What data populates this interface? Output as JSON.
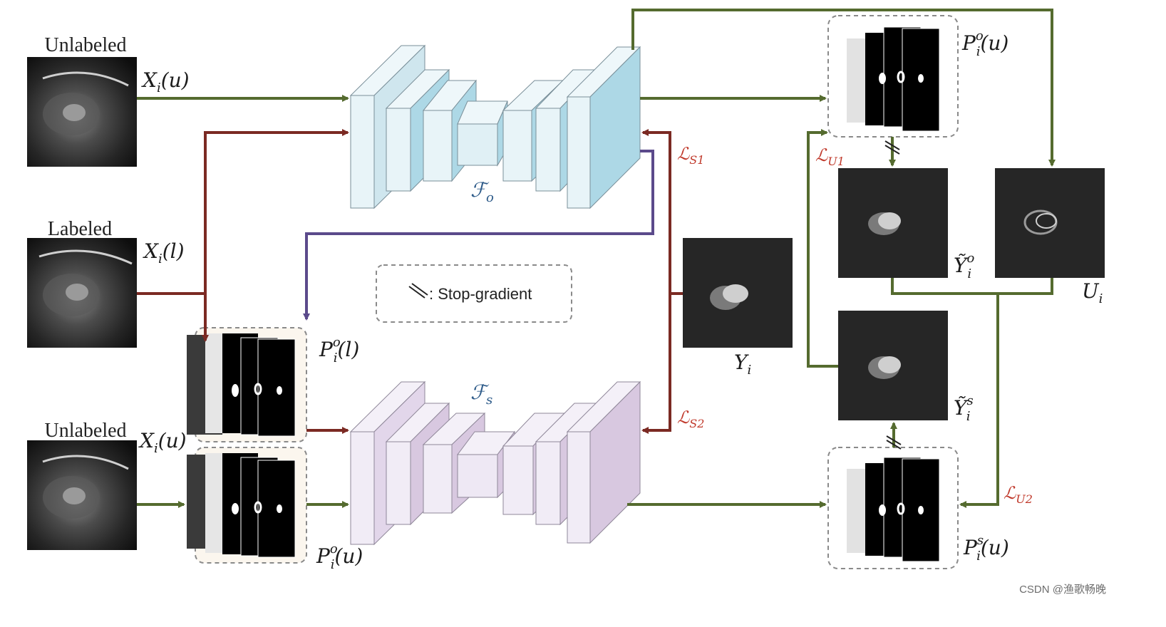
{
  "labels": {
    "unlabeled_top": "Unlabeled",
    "labeled": "Labeled",
    "unlabeled_bottom": "Unlabeled",
    "x_u_top": "X",
    "x_u_top_sub": "i",
    "x_u_top_arg": "(u)",
    "x_l": "X",
    "x_l_sub": "i",
    "x_l_arg": "(l)",
    "x_u_bottom": "X",
    "x_u_bottom_sub": "i",
    "x_u_bottom_arg": "(u)",
    "f_o": "ℱ",
    "f_o_sub": "o",
    "f_s": "ℱ",
    "f_s_sub": "s",
    "p_o_l": "P",
    "p_o_l_sub": "i",
    "p_o_l_sup": "o",
    "p_o_l_arg": "(l)",
    "p_o_u": "P",
    "p_o_u_sub": "i",
    "p_o_u_sup": "o",
    "p_o_u_arg": "(u)",
    "p_o_u_top": "P",
    "p_o_u_top_sub": "i",
    "p_o_u_top_sup": "o",
    "p_o_u_top_arg": "(u)",
    "p_s_u": "P",
    "p_s_u_sub": "i",
    "p_s_u_sup": "s",
    "p_s_u_arg": "(u)",
    "y_i": "Y",
    "y_i_sub": "i",
    "y_tilde_o": "Ỹ",
    "y_tilde_o_sub": "i",
    "y_tilde_o_sup": "o",
    "y_tilde_s": "Ỹ",
    "y_tilde_s_sub": "i",
    "y_tilde_s_sup": "s",
    "u_i": "U",
    "u_i_sub": "i",
    "loss_s1": "ℒ",
    "loss_s1_sub": "S1",
    "loss_s2": "ℒ",
    "loss_s2_sub": "S2",
    "loss_u1": "ℒ",
    "loss_u1_sub": "U1",
    "loss_u2": "ℒ",
    "loss_u2_sub": "U2",
    "legend": ": Stop-gradient",
    "watermark": "CSDN @渔歌畅晚"
  },
  "colors": {
    "green_arrow": "#556b2f",
    "red_arrow": "#7b2a23",
    "purple_arrow": "#5b4a8b",
    "teacher_net_face": "#add8e6",
    "teacher_net_side": "#e8f4f8",
    "student_net_face": "#d8c8e0",
    "student_net_side": "#f1ecf6",
    "loss_label": "#c0392b",
    "net_label": "#2f5c8a",
    "dashed_box": "#8a8a8a"
  },
  "icons": {
    "stop_gradient": "double-slash-icon"
  }
}
